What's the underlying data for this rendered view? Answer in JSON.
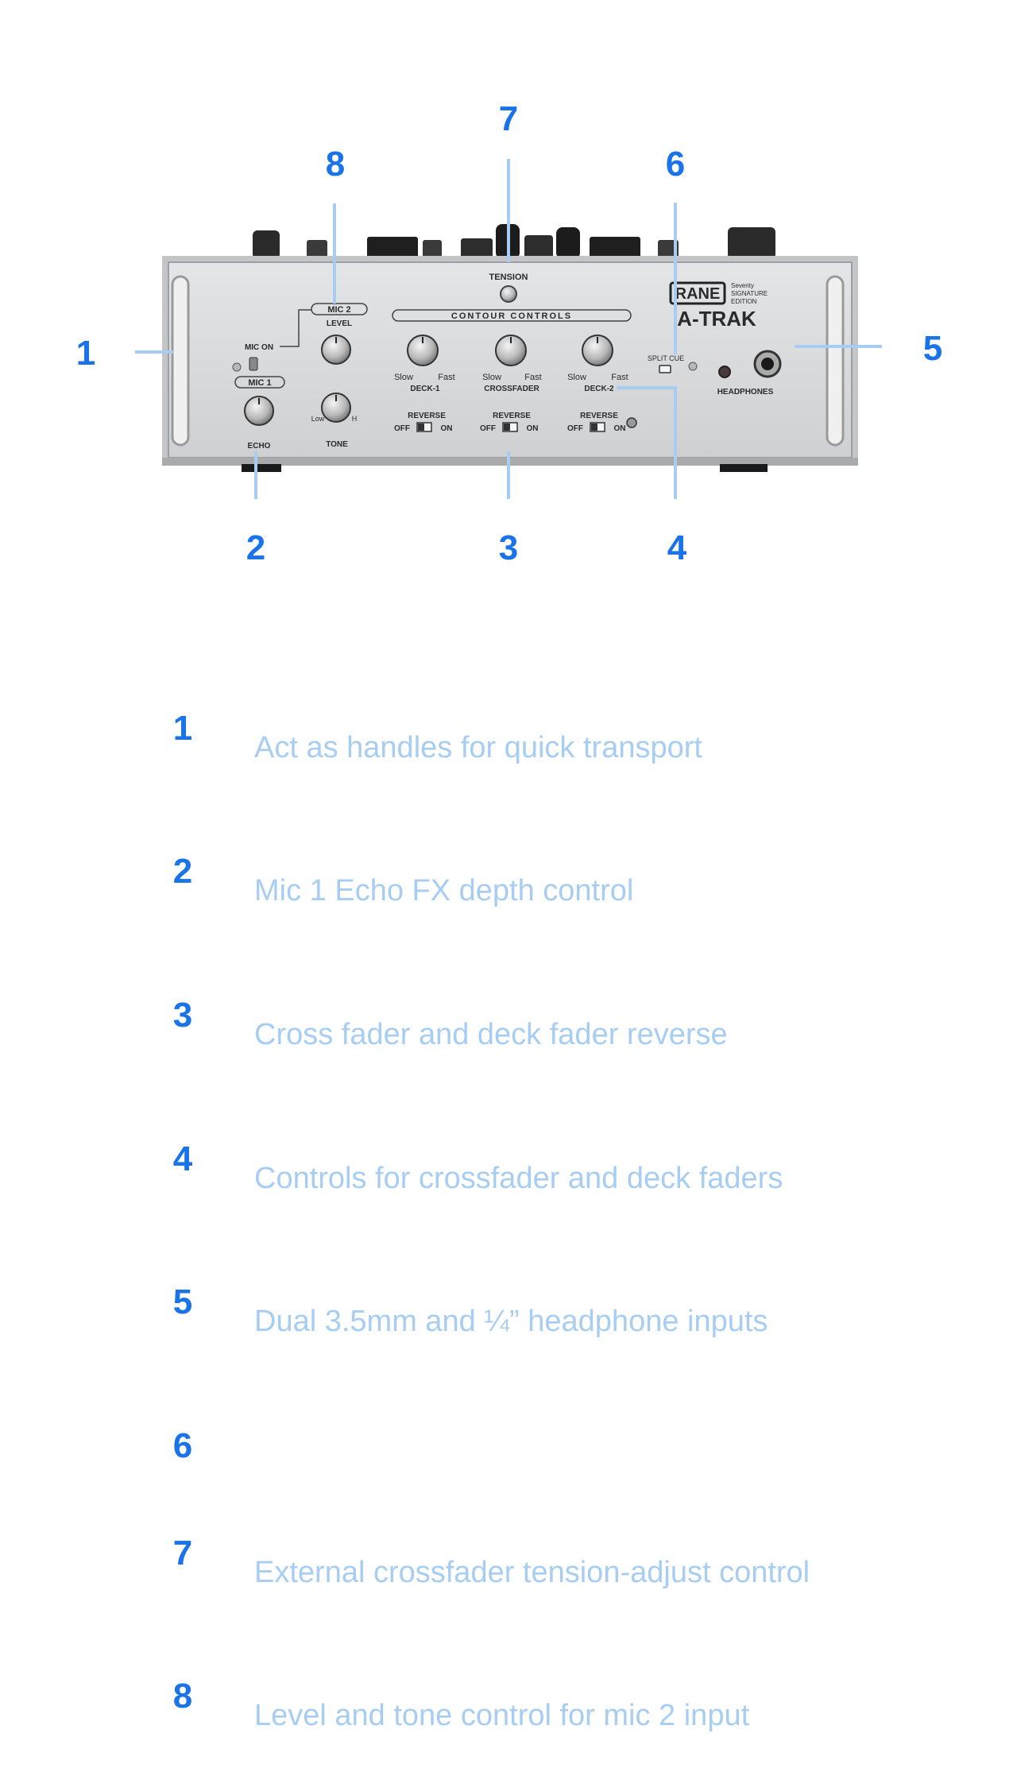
{
  "figure": {
    "callouts": [
      {
        "number": "1"
      },
      {
        "number": "2"
      },
      {
        "number": "3"
      },
      {
        "number": "4"
      },
      {
        "number": "5"
      },
      {
        "number": "6"
      },
      {
        "number": "7"
      },
      {
        "number": "8"
      }
    ],
    "panel_labels": {
      "tension": "TENSION",
      "brand": "RANE",
      "edition_line1": "Seventy",
      "edition_line2": "SIGNATURE",
      "edition_line3": "EDITION",
      "model": "A-TRAK",
      "contour_controls": "CONTOUR CONTROLS",
      "mic2": "MIC 2",
      "level": "LEVEL",
      "mic_on": "MIC ON",
      "mic1": "MIC 1",
      "echo": "ECHO",
      "tone": "TONE",
      "tone_low": "Low",
      "tone_high": "H",
      "slow": "Slow",
      "fast": "Fast",
      "deck1": "DECK-1",
      "crossfader": "CROSSFADER",
      "deck2": "DECK-2",
      "split_cue": "SPLIT CUE",
      "headphones": "HEADPHONES",
      "reverse": "REVERSE",
      "off": "OFF",
      "on": "ON"
    },
    "colors": {
      "accent": "#1a73e8",
      "leader_line": "#a7cdf3",
      "panel": "#d9dadc",
      "knob": "#c9c9c9"
    }
  },
  "legend": [
    {
      "number": "1",
      "text": "Act as handles for quick transport"
    },
    {
      "number": "2",
      "text": "Mic 1 Echo FX depth control"
    },
    {
      "number": "3",
      "text": "Cross fader and deck fader reverse"
    },
    {
      "number": "4",
      "text": "Controls for crossfader and deck faders"
    },
    {
      "number": "5",
      "text": "Dual 3.5mm and ¼” headphone inputs"
    },
    {
      "number": "6",
      "text": ""
    },
    {
      "number": "7",
      "text": "External crossfader tension-adjust control"
    },
    {
      "number": "8",
      "text": "Level and tone control for mic 2 input"
    }
  ]
}
